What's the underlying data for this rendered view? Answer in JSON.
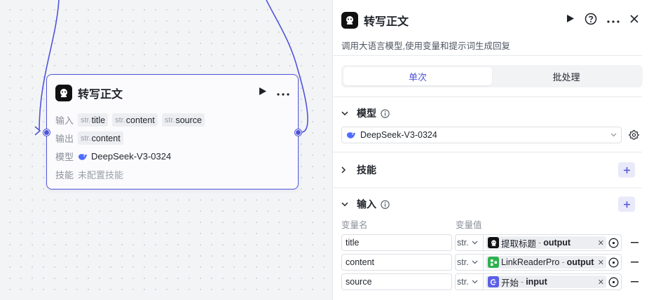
{
  "node": {
    "title": "转写正文",
    "rows": {
      "input_label": "输入",
      "output_label": "输出",
      "model_label": "模型",
      "skill_label": "技能",
      "inputs": [
        {
          "type": "str.",
          "name": "title"
        },
        {
          "type": "str.",
          "name": "content"
        },
        {
          "type": "str.",
          "name": "source"
        }
      ],
      "outputs": [
        {
          "type": "str.",
          "name": "content"
        }
      ],
      "model": "DeepSeek-V3-0324",
      "skill": "未配置技能"
    }
  },
  "panel": {
    "title": "转写正文",
    "description": "调用大语言模型,使用变量和提示词生成回复",
    "tabs": [
      "单次",
      "批处理"
    ],
    "model_section": {
      "title": "模型",
      "value": "DeepSeek-V3-0324"
    },
    "skills_section": {
      "title": "技能"
    },
    "input_section": {
      "title": "输入",
      "col_name": "变量名",
      "col_value": "变量值",
      "rows": [
        {
          "name": "title",
          "type": "str.",
          "source_node": "提取标题",
          "sep": "-",
          "output": "output",
          "icon": "llm-icon",
          "icon_color": "#111111"
        },
        {
          "name": "content",
          "type": "str.",
          "source_node": "LinkReaderPro",
          "sep": "-",
          "output": "output",
          "icon": "plugin-icon",
          "icon_color": "#2fb14e"
        },
        {
          "name": "source",
          "type": "str.",
          "source_node": "开始",
          "sep": "-",
          "output": "input",
          "icon": "start-icon",
          "icon_color": "#5b5fe6"
        }
      ]
    }
  },
  "colors": {
    "accent": "#4f54d9",
    "edge": "#4f54d9"
  }
}
